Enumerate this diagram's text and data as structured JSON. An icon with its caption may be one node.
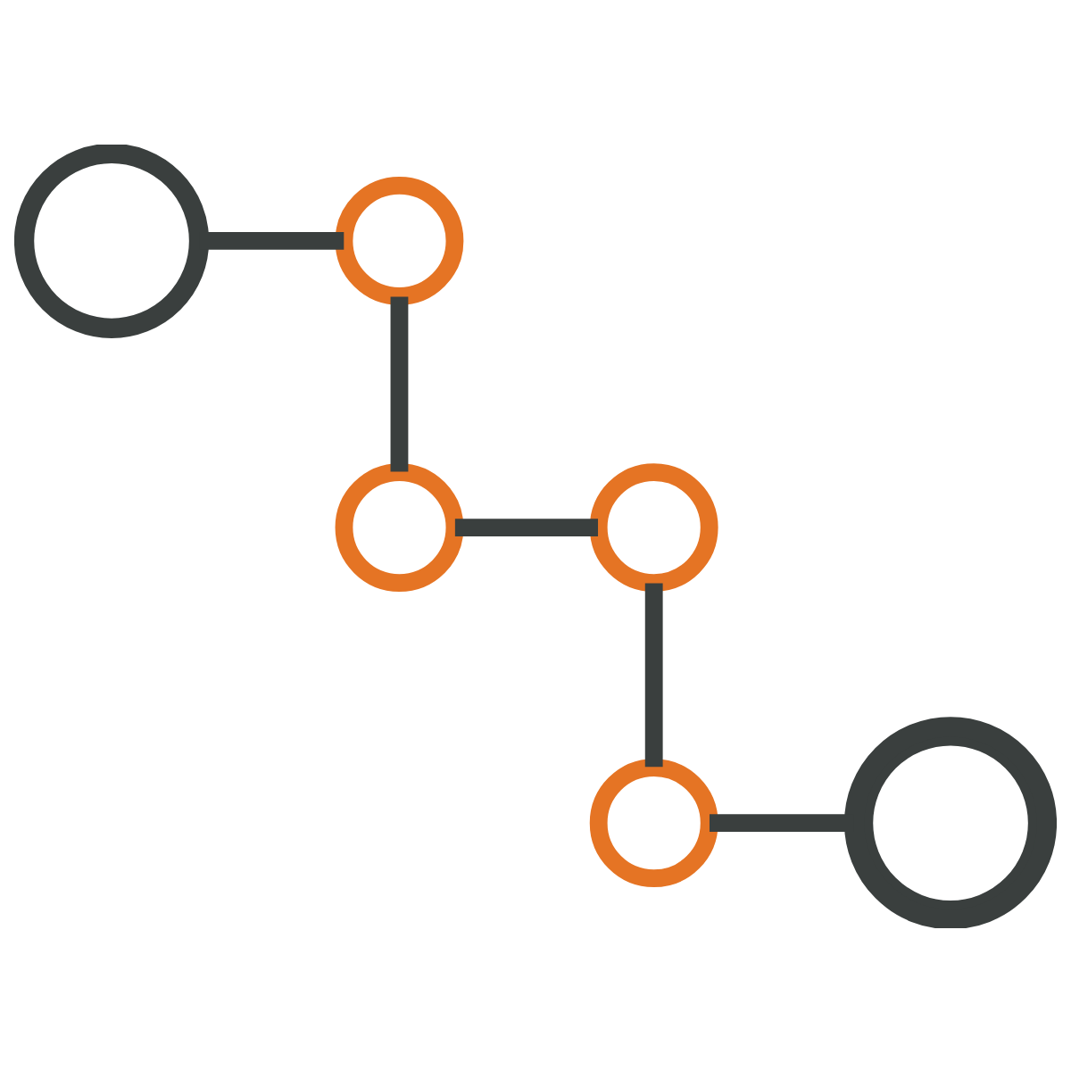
{
  "diagram": {
    "nodes": [
      {
        "text": [],
        "shape": "circle"
      },
      {
        "text": [],
        "shape": "circle"
      },
      {
        "text": [],
        "shape": "circle"
      },
      {
        "text": [],
        "shape": "circle"
      },
      {
        "text": [],
        "shape": "circle"
      },
      {
        "text": [],
        "shape": "circle"
      }
    ],
    "edges": [
      {
        "from": 0,
        "to": 1,
        "arrow": "none"
      },
      {
        "from": 1,
        "to": 3,
        "arrow": "none"
      },
      {
        "from": 3,
        "to": 2,
        "arrow": "none"
      },
      {
        "from": 2,
        "to": 4,
        "arrow": "none"
      },
      {
        "from": 4,
        "to": 5,
        "arrow": "none"
      }
    ]
  }
}
